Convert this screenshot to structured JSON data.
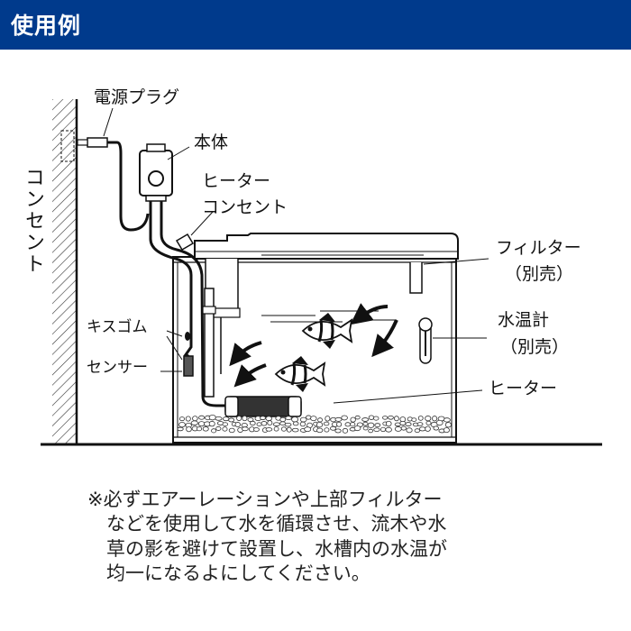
{
  "header": {
    "title": "使用例"
  },
  "labels": {
    "outlet": "コンセント",
    "plug": "電源プラグ",
    "body": "本体",
    "heater_outlet_1": "ヒーター",
    "heater_outlet_2": "コンセント",
    "filter_1": "フィルター",
    "filter_2": "（別売）",
    "thermometer_1": "水温計",
    "thermometer_2": "（別売）",
    "suction_cup": "キスゴム",
    "sensor": "センサー",
    "heater": "ヒーター"
  },
  "note": {
    "lines": [
      "※必ずエアーレーションや上部フィルター",
      "などを使用して水を循環させ、流木や水",
      "草の影を避けて設置し、水槽内の水温が",
      "均一になるよにしてください。"
    ]
  },
  "colors": {
    "header_bg": "#003a8c",
    "header_text": "#ffffff"
  }
}
